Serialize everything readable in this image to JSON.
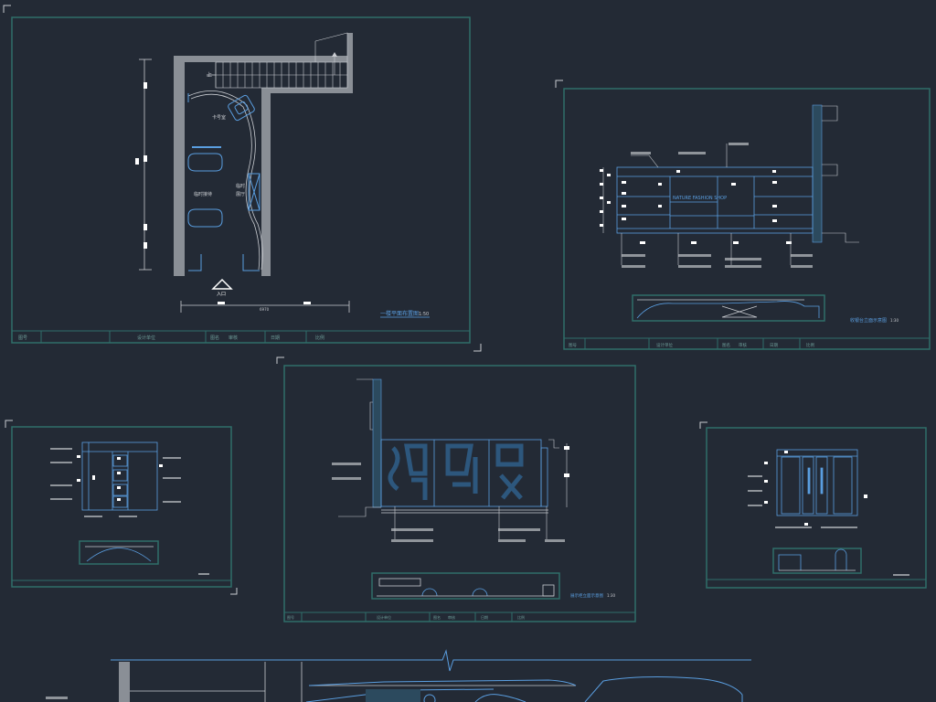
{
  "colors": {
    "background": "#232a35",
    "frame": "#2f6e6a",
    "wall": "#8a8f96",
    "line": "#c9ccd1",
    "accent": "#5a9ee0",
    "dim": "#9aa0a6"
  },
  "sheets": {
    "floor_plan": {
      "title": "一楼平面布置图",
      "scale": "1:50",
      "entrance_label": "入口",
      "room_labels": [
        "卡号室",
        "临时接待",
        "临时",
        "展厅"
      ],
      "dim_text": "6970",
      "titleblock_cells": [
        "图号",
        "设计单位",
        "图名",
        "审核",
        "日期",
        "比例"
      ]
    },
    "elevation_a": {
      "title": "收银台立面示意图",
      "scale": "1:30",
      "sign_text": "NATURE FASHION SHOP",
      "titleblock_cells": [
        "图号",
        "设计单位",
        "图名",
        "审核",
        "日期",
        "比例"
      ]
    },
    "elevation_b": {
      "title": "展示柜立面示意图",
      "scale": "1:30",
      "titleblock_cells": [
        "图号",
        "设计单位",
        "图名",
        "审核",
        "日期",
        "比例"
      ]
    }
  }
}
